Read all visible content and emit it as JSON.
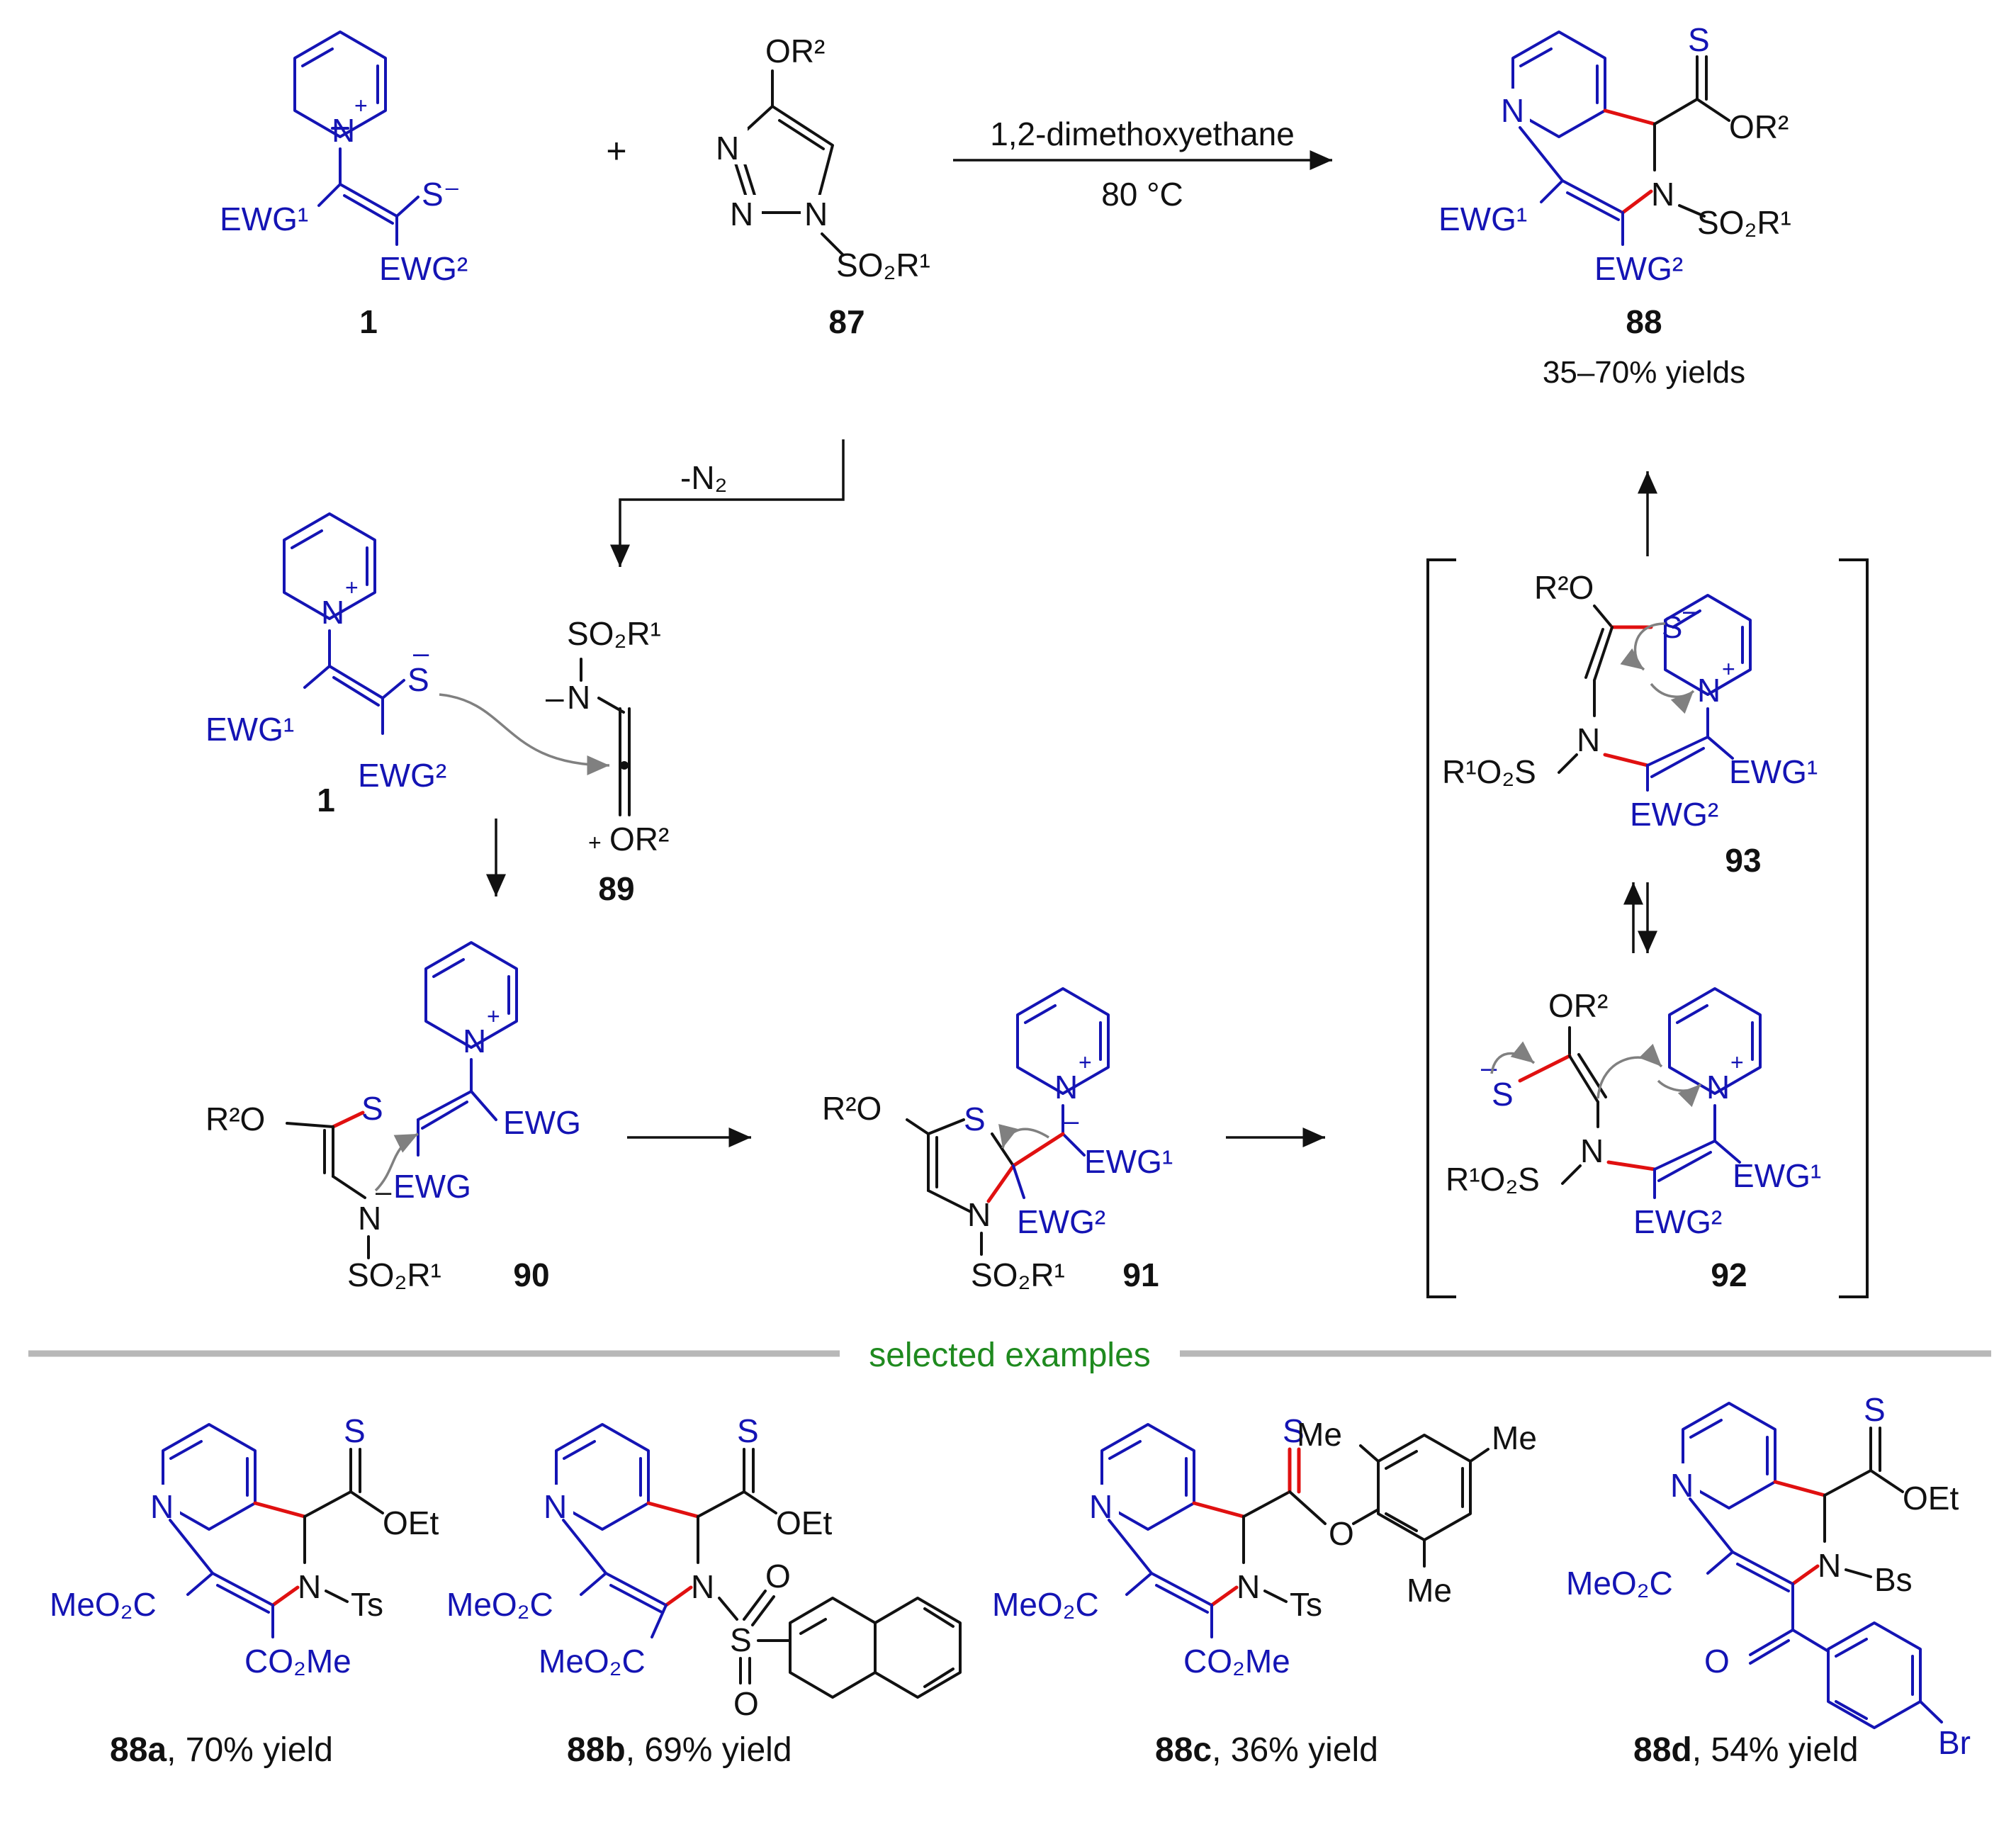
{
  "reaction": {
    "reagent": "1,2-dimethoxyethane",
    "temperature": "80 °C",
    "loss": "-N₂"
  },
  "compounds": {
    "c1": {
      "label": "1",
      "ewg1": "EWG¹",
      "ewg2": "EWG²",
      "s": "S⁻"
    },
    "c87": {
      "label": "87",
      "or2": "OR²",
      "so2r1": "SO₂R¹"
    },
    "c88": {
      "label": "88",
      "yield": "35–70% yields",
      "or2": "OR²",
      "so2r1": "SO₂R¹",
      "ewg1": "EWG¹",
      "ewg2": "EWG²"
    },
    "c89": {
      "label": "89",
      "so2r1": "SO₂R¹",
      "or2": "OR²"
    },
    "c90": {
      "label": "90",
      "r2o": "R²O",
      "ewg": "EWG",
      "so2r1": "SO₂R¹"
    },
    "c91": {
      "label": "91",
      "r2o": "R²O",
      "ewg1": "EWG¹",
      "ewg2": "EWG²",
      "so2r1": "SO₂R¹"
    },
    "c92": {
      "label": "92",
      "or2": "OR²",
      "r1o2s": "R¹O₂S",
      "ewg1": "EWG¹",
      "ewg2": "EWG²"
    },
    "c93": {
      "label": "93",
      "r2o": "R²O",
      "r1o2s": "R¹O₂S",
      "ewg1": "EWG¹",
      "ewg2": "EWG²"
    }
  },
  "divider": {
    "text": "selected examples"
  },
  "examples": [
    {
      "id": "88a",
      "yield": ", 70% yield",
      "oet": "OEt",
      "ts": "Ts",
      "ester1": "MeO₂C",
      "ester2": "CO₂Me"
    },
    {
      "id": "88b",
      "yield": ", 69% yield",
      "oet": "OEt",
      "ester1": "MeO₂C",
      "ester2": "MeO₂C"
    },
    {
      "id": "88c",
      "yield": ", 36% yield",
      "me": "Me",
      "ts": "Ts",
      "ester1": "MeO₂C",
      "ester2": "CO₂Me"
    },
    {
      "id": "88d",
      "yield": ", 54% yield",
      "oet": "OEt",
      "bs": "Bs",
      "ester1": "MeO₂C",
      "br": "Br"
    }
  ],
  "atoms": {
    "n": "N",
    "s": "S",
    "o": "O",
    "plus": "+",
    "minus": "–"
  },
  "colors": {
    "ink": "#111111",
    "blue": "#1414b4",
    "red": "#e01010",
    "grey": "#808080",
    "green": "#1f8a1f"
  }
}
